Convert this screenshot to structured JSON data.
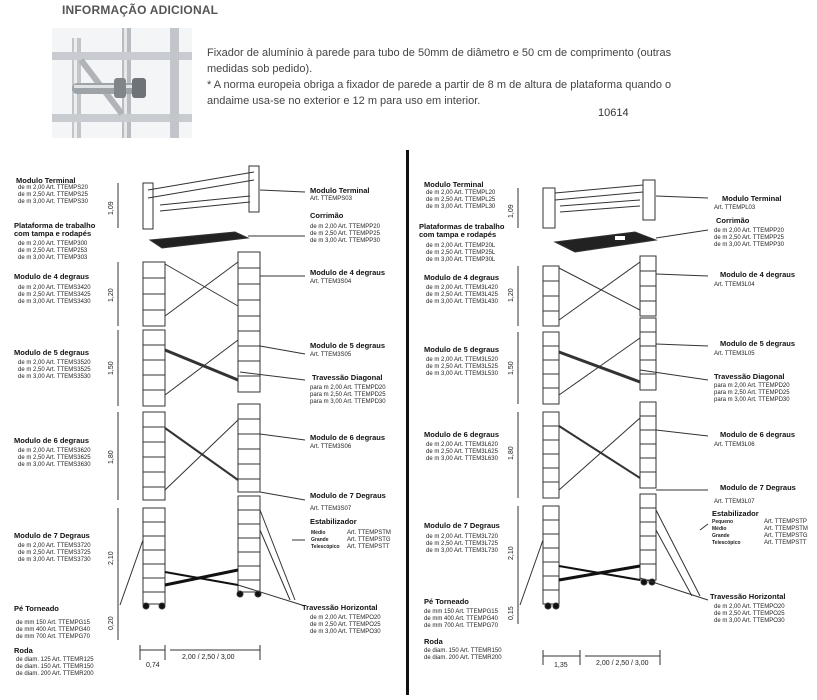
{
  "header": {
    "title": "INFORMAÇÃO ADICIONAL"
  },
  "intro": {
    "line1": "Fixador de alumínio à parede para tubo de 50mm de diâmetro e 50 cm de comprimento (outras medidas sob pedido).",
    "line2": "* A norma europeia obriga a fixador de parede a partir de 8 m de altura de plataforma quando o andaime usa-se no exterior e 12 m para uso em interior.",
    "code": "10614"
  },
  "left": {
    "modulo_terminal": {
      "title": "Modulo Terminal",
      "lines": [
        "de m 2,00 Art. TTEMPS20",
        "de m 2,50 Art. TTEMPS25",
        "de m 3,00 Art. TTEMPS30"
      ]
    },
    "plataforma": {
      "title": "Plataforma de trabalho",
      "title2": "com tampa e rodapés",
      "lines": [
        "de m 2,00 Art. TTEMP300",
        "de m 2,50 Art. TTEMP253",
        "de m 3,00 Art. TTEMP303"
      ]
    },
    "mod4": {
      "title": "Modulo de 4 degraus",
      "lines": [
        "de m 2,00 Art. TTEMS3420",
        "de m 2,50 Art. TTEMS3425",
        "de m 3,00 Art. TTEMS3430"
      ]
    },
    "mod5": {
      "title": "Modulo de 5 degraus",
      "lines": [
        "de m 2,00 Art. TTEMS3520",
        "de m 2,50 Art. TTEMS3525",
        "de m 3,00 Art. TTEMS3530"
      ]
    },
    "mod6": {
      "title": "Modulo de 6 degraus",
      "lines": [
        "de m 2,00 Art. TTEMS3620",
        "de m 2,50 Art. TTEMS3625",
        "de m 3,00 Art. TTEMS3630"
      ]
    },
    "mod7": {
      "title": "Modulo de 7 Degraus",
      "lines": [
        "de m 2,00 Art. TTEMS3720",
        "de m 2,50 Art. TTEMS3725",
        "de m 3,00 Art. TTEMS3730"
      ]
    },
    "pe": {
      "title": "Pé Torneado",
      "lines": [
        "de mm 150 Art. TTEMPG15",
        "de mm 400 Art. TTEMPG40",
        "de mm 700 Art. TTEMPG70"
      ]
    },
    "roda": {
      "title": "Roda",
      "lines": [
        "de diam. 125 Art. TTEMR125",
        "de diam. 150 Art. TTEMR150",
        "de diam. 200 Art. TTEMR200"
      ]
    },
    "r_terminal": {
      "title": "Modulo Terminal",
      "art": "Art. TTEMPS03"
    },
    "r_corrimao": {
      "title": "Corrimão",
      "lines": [
        "de m 2,00 Art. TTEMPP20",
        "de m 2,50 Art. TTEMPP25",
        "de m 3,00 Art. TTEMPP30"
      ]
    },
    "r_mod4": {
      "title": "Modulo de 4 degraus",
      "art": "Art. TTEM3S04"
    },
    "r_mod5": {
      "title": "Modulo de 5 degraus",
      "art": "Art. TTEM3S05"
    },
    "r_diag": {
      "title": "Travessão Diagonal",
      "lines": [
        "para m 2,00 Art. TTEMPD20",
        "para m 2,50 Art. TTEMPD25",
        "para m 3,00 Art. TTEMPD30"
      ]
    },
    "r_mod6": {
      "title": "Modulo de 6 degraus",
      "art": "Art. TTEM3S06"
    },
    "r_mod7": {
      "title": "Modulo de 7 Degraus",
      "art": "Art. TTEM3S07"
    },
    "r_estab": {
      "title": "Estabilizador",
      "k1": "Médio",
      "k2": "Grande",
      "k3": "Telescópico",
      "a1": "Art. TTEMPSTM",
      "a2": "Art. TTEMPSTG",
      "a3": "Art. TTEMPSTT"
    },
    "r_horiz": {
      "title": "Travessão Horizontal",
      "lines": [
        "de m 2,00 Art. TTEMPO20",
        "de m 2,50 Art. TTEMPO25",
        "de m 3,00 Art. TTEMPO30"
      ]
    },
    "dims": {
      "d109": "1,09",
      "d120": "1,20",
      "d150": "1,50",
      "d180": "1,80",
      "d210": "2,10",
      "d020": "0,20",
      "d074": "0,74",
      "dlen": "2,00 / 2,50 / 3,00"
    }
  },
  "right": {
    "modulo_terminal": {
      "title": "Modulo Terminal",
      "lines": [
        "de m 2,00 Art. TTEMPL20",
        "de m 2,50 Art. TTEMPL25",
        "de m 3,00 Art. TTEMPL30"
      ]
    },
    "plataforma": {
      "title": "Plataformas de trabalho",
      "title2": "com tampa e rodapés",
      "lines": [
        "de m 2,00 Art. TTEMP20L",
        "de m 2,50 Art. TTEMP25L",
        "de m 3,00 Art. TTEMP30L"
      ]
    },
    "mod4": {
      "title": "Modulo de 4 degraus",
      "lines": [
        "de m 2,00 Art. TTEM3L420",
        "de m 2,50 Art. TTEM3L425",
        "de m 3,00 Art. TTEM3L430"
      ]
    },
    "mod5": {
      "title": "Modulo de 5 degraus",
      "lines": [
        "de m 2,00 Art. TTEM3L520",
        "de m 2,50 Art. TTEM3L525",
        "de m 3,00 Art. TTEM3L530"
      ]
    },
    "mod6": {
      "title": "Modulo de 6 degraus",
      "lines": [
        "de m 2,00 Art. TTEM3L620",
        "de m 2,50 Art. TTEM3L625",
        "de m 3,00 Art. TTEM3L630"
      ]
    },
    "mod7": {
      "title": "Modulo de 7 Degraus",
      "lines": [
        "de m 2,00 Art. TTEM3L720",
        "de m 2,50 Art. TTEM3L725",
        "de m 3,00 Art. TTEM3L730"
      ]
    },
    "pe": {
      "title": "Pé Torneado",
      "lines": [
        "de mm 150 Art. TTEMPG15",
        "de mm 400 Art. TTEMPG40",
        "de mm 700 Art. TTEMPG70"
      ]
    },
    "roda": {
      "title": "Roda",
      "lines": [
        "de diam. 150 Art. TTEMR150",
        "de diam. 200 Art. TTEMR200"
      ]
    },
    "r_terminal": {
      "title": "Modulo Terminal",
      "art": "Art. TTEMPL03"
    },
    "r_corrimao": {
      "title": "Corrimão",
      "lines": [
        "de m 2,00 Art. TTEMPP20",
        "de m 2,50 Art. TTEMPP25",
        "de m 3,00 Art. TTEMPP30"
      ]
    },
    "r_mod4": {
      "title": "Modulo de 4 degraus",
      "art": "Art. TTEM3L04"
    },
    "r_mod5": {
      "title": "Modulo de 5 degraus",
      "art": "Art. TTEM3L05"
    },
    "r_diag": {
      "title": "Travessão Diagonal",
      "lines": [
        "para m 2,00 Art. TTEMPD20",
        "para m 2,50 Art. TTEMPD25",
        "para m 3,00 Art. TTEMPD30"
      ]
    },
    "r_mod6": {
      "title": "Modulo de 6 degraus",
      "art": "Art. TTEM3L06"
    },
    "r_mod7": {
      "title": "Modulo de 7 Degraus",
      "art": "Art. TTEM3L07"
    },
    "r_estab": {
      "title": "Estabilizador",
      "k1": "Pequeno",
      "k2": "Médio",
      "k3": "Grande",
      "k4": "Telescópico",
      "a1": "Art. TTEMPSTP",
      "a2": "Art. TTEMPSTM",
      "a3": "Art. TTEMPSTG",
      "a4": "Art. TTEMPSTT"
    },
    "r_horiz": {
      "title": "Travessão Horizontal",
      "lines": [
        "de m 2,00 Art. TTEMPO20",
        "de m 2,50 Art. TTEMPO25",
        "de m 3,00 Art. TTEMPO30"
      ]
    },
    "dims": {
      "d109": "1,09",
      "d120": "1,20",
      "d150": "1,50",
      "d180": "1,80",
      "d210": "2,10",
      "d015": "0,15",
      "d135": "1,35",
      "dlen": "2,00 / 2,50 / 3,00"
    }
  }
}
